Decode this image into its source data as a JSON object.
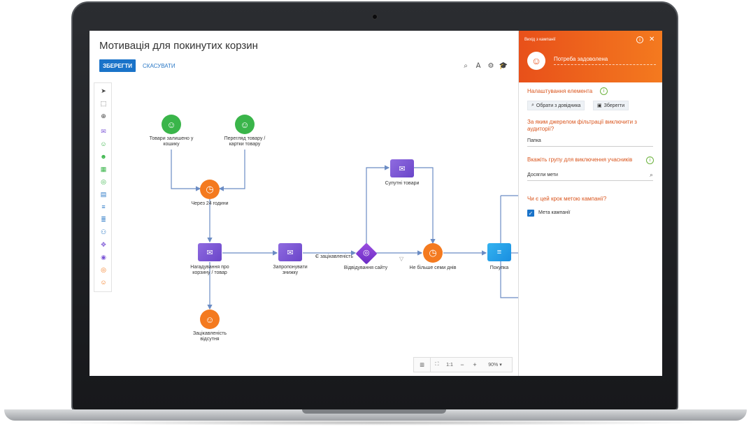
{
  "app": {
    "title": "Мотивація для покинутих корзин",
    "save_label": "ЗБЕРЕГТИ",
    "cancel_label": "СКАСУВАТИ"
  },
  "toolbar_icons": [
    "search-icon",
    "text-icon",
    "settings-icon",
    "graduation-icon"
  ],
  "palette_icons": [
    "pointer-icon",
    "lasso-icon",
    "move-icon",
    "email-icon",
    "user-icon",
    "user-plus-icon",
    "calendar-icon",
    "target-icon",
    "date-icon",
    "list-add-icon",
    "list-edit-icon",
    "group-icon",
    "split-icon",
    "target-add-icon",
    "coin-icon",
    "user-exit-icon"
  ],
  "flow": {
    "nodes": [
      {
        "id": "cart",
        "label": "Товари залишено у кошику",
        "color": "#3ab54a",
        "icon": "user-icon"
      },
      {
        "id": "view",
        "label": "Перегляд товару / картки товару",
        "color": "#3ab54a",
        "icon": "user-icon"
      },
      {
        "id": "timer24",
        "label": "Через 24 години",
        "color": "#f47a1f",
        "icon": "clock-icon"
      },
      {
        "id": "reminder",
        "label": "Нагадування про корзину / товар",
        "color": "#7b55d6",
        "icon": "email-icon"
      },
      {
        "id": "discount",
        "label": "Запропонувати знижку",
        "color": "#7b55d6",
        "icon": "email-icon"
      },
      {
        "id": "visit",
        "label": "Відвідування сайту",
        "color": "#7b3fd6",
        "icon": "target-icon"
      },
      {
        "id": "related",
        "label": "Супутні товари",
        "color": "#7b55d6",
        "icon": "email-icon"
      },
      {
        "id": "week",
        "label": "Не більше семи днів",
        "color": "#f47a1f",
        "icon": "clock-icon"
      },
      {
        "id": "purchase",
        "label": "Покупка",
        "color": "#2aa4e8",
        "icon": "list-add-icon"
      },
      {
        "id": "noint",
        "label": "Зацікавленість відсутня",
        "color": "#f47a1f",
        "icon": "user-exit-icon"
      }
    ],
    "edge_label": "Є зацікавленість"
  },
  "zoom": {
    "ratio_label": "1:1",
    "minus": "−",
    "plus": "+",
    "level": "90%"
  },
  "panel": {
    "header_small": "Вихід з кампанії",
    "element_name": "Потреба задоволена",
    "settings_title": "Налаштування елемента",
    "btn_catalog": "Обрати з довідника",
    "btn_save": "Зберегти",
    "question1": "За яким джерелом фільтрації виключити з аудиторії?",
    "field1_value": "Папка",
    "question2": "Вкажіть групу для виключення учасників",
    "field2_value": "Досягли мети",
    "question3": "Чи є цей крок метою кампанії?",
    "checkbox_label": "Мета кампанії",
    "checkbox_checked": true
  }
}
